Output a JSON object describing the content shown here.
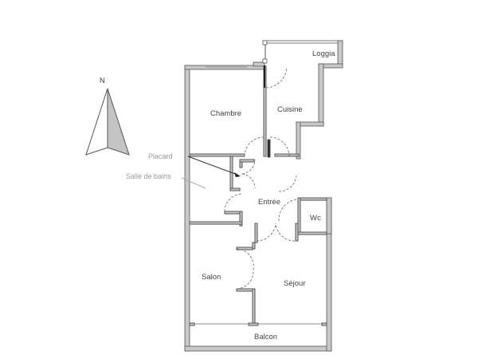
{
  "compass": {
    "label": "N",
    "icon": "north-arrow-icon"
  },
  "rooms": {
    "loggia": "Loggia",
    "chambre": "Chambre",
    "cuisine": "Cuisine",
    "entree": "Entrée",
    "wc": "Wc",
    "salon": "Salon",
    "sejour": "Séjour",
    "balcon": "Balcon"
  },
  "annotations": {
    "placard": "Placard",
    "salle_de_bains": "Salle de bains"
  },
  "colors": {
    "wall_fill": "#c8c8c8",
    "wall_stroke": "#555555",
    "text": "#444444",
    "annotation_text": "#999999",
    "compass_shade": "#c4c4c4"
  }
}
